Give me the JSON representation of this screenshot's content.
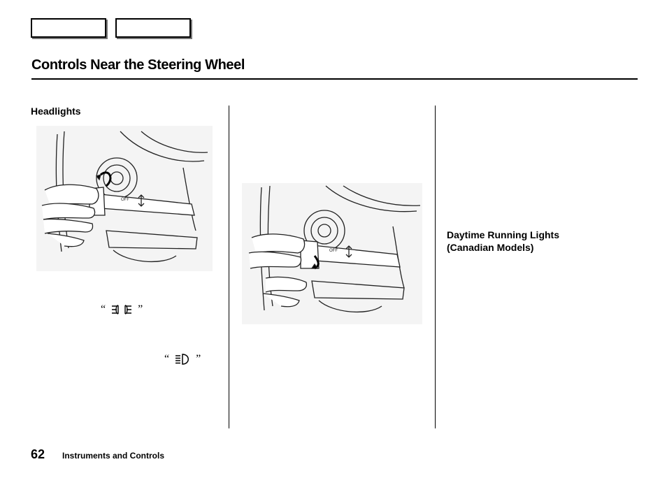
{
  "page": {
    "title": "Controls Near the Steering Wheel",
    "sections": {
      "headlights": {
        "heading": "Headlights"
      },
      "drl": {
        "heading_line1": "Daytime Running Lights",
        "heading_line2": "(Canadian Models)"
      }
    },
    "lever_labels": {
      "off": "OFF"
    },
    "quote_open": "“",
    "quote_close": "”",
    "icons": [
      "parking-light-icon",
      "headlight-icon"
    ]
  },
  "footer": {
    "page_number": "62",
    "section": "Instruments and Controls"
  }
}
